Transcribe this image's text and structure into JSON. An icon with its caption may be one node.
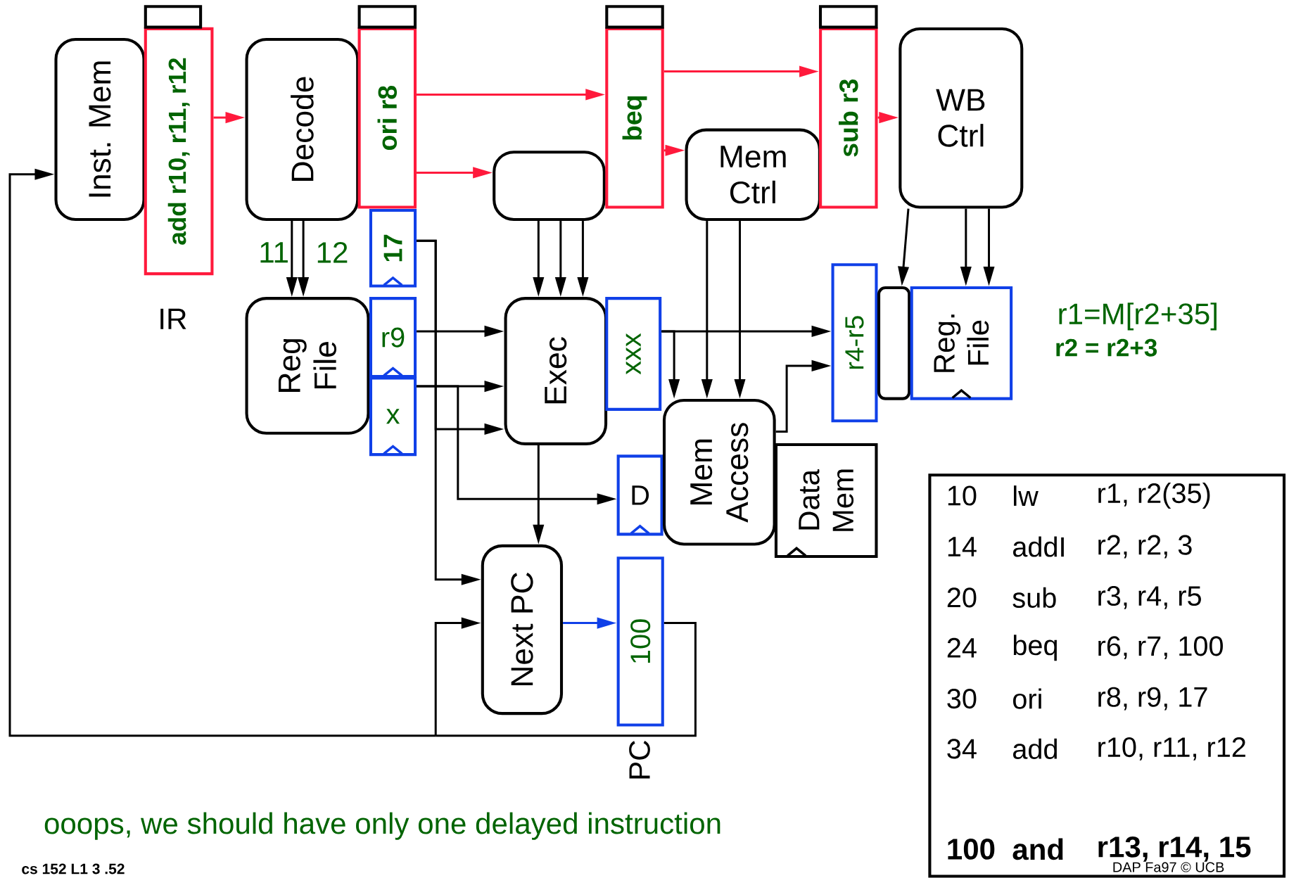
{
  "diagram": {
    "nodes": [
      {
        "text": [
          "Inst. Mem"
        ]
      },
      {
        "text": [
          "add r10, r11, r12"
        ],
        "beside": [
          "IR"
        ]
      },
      {
        "text": [
          "Decode"
        ]
      },
      {
        "text": [
          "ori r8"
        ]
      },
      {
        "text": [
          "17"
        ]
      },
      {
        "text": [
          "Reg File"
        ]
      },
      {
        "text": [
          "r9"
        ]
      },
      {
        "text": [
          "x"
        ]
      },
      {
        "text": [],
        "shape": "box"
      },
      {
        "text": [
          "beq"
        ]
      },
      {
        "text": [
          "Exec"
        ]
      },
      {
        "text": [
          "xxx"
        ]
      },
      {
        "text": [
          "Mem Ctrl"
        ]
      },
      {
        "text": [
          "sub r3"
        ]
      },
      {
        "text": [
          "WB Ctrl"
        ]
      },
      {
        "text": [
          "r4-r5"
        ]
      },
      {
        "text": [],
        "shape": "box"
      },
      {
        "text": [
          "Reg. File"
        ]
      },
      {
        "text": [
          "D"
        ]
      },
      {
        "text": [
          "Mem Access"
        ]
      },
      {
        "text": [
          "Data Mem"
        ]
      },
      {
        "text": [
          "Next PC"
        ]
      },
      {
        "text": [
          "100"
        ],
        "beside": [
          "PC"
        ]
      }
    ],
    "edges": [
      {
        "from": 1,
        "to": 2,
        "arrow": "to",
        "color": "#ff1a3c"
      },
      {
        "from": 3,
        "to": 9,
        "arrow": "to",
        "color": "#ff1a3c"
      },
      {
        "from": 3,
        "to": 8,
        "arrow": "to",
        "color": "#ff1a3c"
      },
      {
        "from": 9,
        "to": 13,
        "arrow": "to",
        "color": "#ff1a3c"
      },
      {
        "from": 9,
        "to": 12,
        "arrow": "to",
        "color": "#ff1a3c"
      },
      {
        "from": 13,
        "to": 14,
        "arrow": "to",
        "color": "#ff1a3c"
      },
      {
        "from": 2,
        "to": 5,
        "arrow": "to",
        "label": "11"
      },
      {
        "from": 2,
        "to": 5,
        "arrow": "to",
        "label": "12"
      },
      {
        "from": 8,
        "to": 10,
        "arrow": "to"
      },
      {
        "from": 8,
        "to": 10,
        "arrow": "to"
      },
      {
        "from": 8,
        "to": 10,
        "arrow": "to"
      },
      {
        "from": 6,
        "to": 10,
        "arrow": "to"
      },
      {
        "from": 7,
        "to": 10,
        "arrow": "to"
      },
      {
        "from": 4,
        "to": 21,
        "arrow": "to"
      },
      {
        "from": 4,
        "to": 10,
        "arrow": "to"
      },
      {
        "from": 7,
        "to": 18,
        "arrow": "to"
      },
      {
        "from": 10,
        "to": 21,
        "arrow": "to"
      },
      {
        "from": 21,
        "to": 22,
        "arrow": "to",
        "color": "#1040e8"
      },
      {
        "from": 22,
        "to": 21,
        "arrow": "to"
      },
      {
        "from": 22,
        "to": 0,
        "arrow": "to"
      },
      {
        "from": 11,
        "to": 15,
        "arrow": "to"
      },
      {
        "from": 11,
        "to": 19,
        "arrow": "to"
      },
      {
        "from": 12,
        "to": 19,
        "arrow": "to"
      },
      {
        "from": 12,
        "to": 19,
        "arrow": "to"
      },
      {
        "from": 19,
        "to": 15,
        "arrow": "to"
      },
      {
        "from": 14,
        "to": 16,
        "arrow": "to"
      },
      {
        "from": 14,
        "to": 17,
        "arrow": "to"
      },
      {
        "from": 14,
        "to": 17,
        "arrow": "to"
      }
    ],
    "labels": [
      "r1=M[r2+35]",
      "r2 = r2+3",
      "10",
      "lw",
      "r1, r2(35)",
      "14",
      "addI",
      "r2, r2, 3",
      "20",
      "sub",
      "r3, r4, r5",
      "24",
      "beq",
      "r6, r7, 100",
      "30",
      "ori",
      "r8, r9, 17",
      "34",
      "add",
      "r10, r11, r12",
      "100",
      "and",
      "r13, r14, 15",
      "ooops, we should have only one delayed instruction",
      "cs 152  L1 3 .52",
      "DAP Fa97 © UCB"
    ]
  }
}
